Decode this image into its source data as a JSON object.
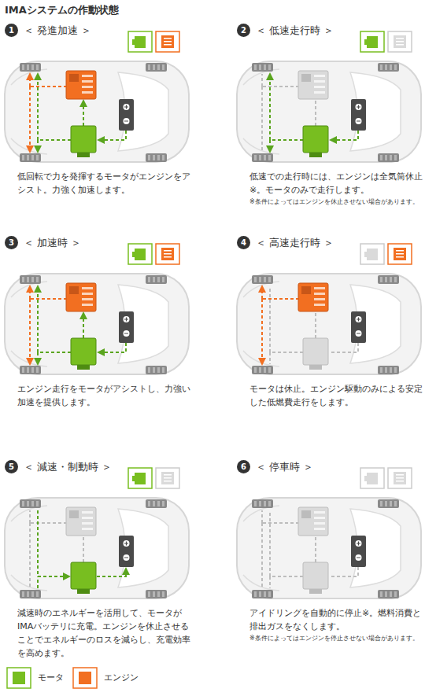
{
  "diagram": {
    "title": "IMAシステムの作動状態",
    "nodes": [
      {
        "text": [
          "1"
        ]
      },
      {
        "text": [
          "2"
        ]
      },
      {
        "text": [
          "3"
        ]
      },
      {
        "text": [
          "4"
        ]
      },
      {
        "text": [
          "5"
        ]
      },
      {
        "text": [
          "6"
        ]
      }
    ],
    "labels": [
      "＜ 発進加速 ＞",
      "低回転で力を発揮するモータがエンジンをアシスト。力強く加速します。",
      "＜ 低速走行時 ＞",
      "低速での走行時には、エンジンは全気筒休止※。モータのみで走行します。",
      "※条件によってはエンジンを休止させない場合があります。",
      "＜ 加速時 ＞",
      "エンジン走行をモータがアシストし、力強い加速を提供します。",
      "＜ 高速走行時 ＞",
      "モータは休止。エンジン駆動のみによる安定した低燃費走行をします。",
      "＜ 減速・制動時 ＞",
      "減速時のエネルギーを活用して、モータがIMAバッテリに充電。エンジンを休止させることでエネルギーのロスを減らし、充電効率を高めます。",
      "＜ 停車時 ＞",
      "アイドリングを自動的に停止※。燃料消費と排出ガスをなくします。",
      "※条件によってはエンジンを停止させない場合があります。"
    ],
    "legend": [
      {
        "text": "モータ",
        "color": "#78be20"
      },
      {
        "text": "エンジン",
        "color": "#f26f21"
      }
    ]
  }
}
